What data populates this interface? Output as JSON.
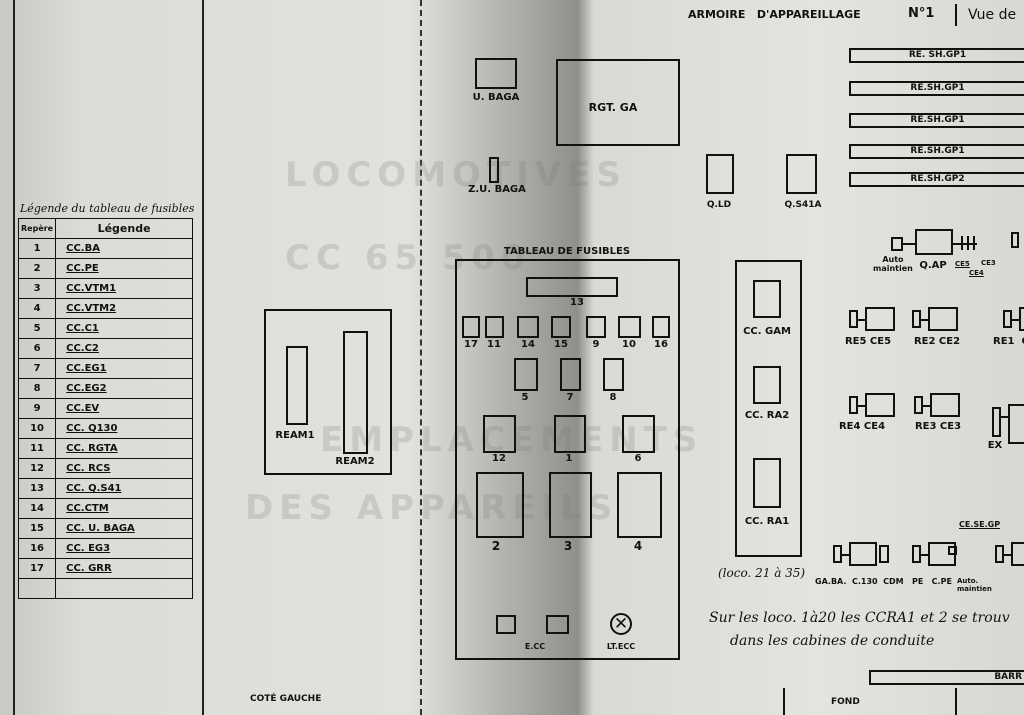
{
  "header": {
    "title": "ARMOIRE   D'APPAREILLAGE",
    "number": "N°1",
    "view": "Vue de"
  },
  "ghost": {
    "line1": "LOCOMOTIVES",
    "line2": "CC 65 500",
    "line3": "EMPLACEMENTS",
    "line4": "DES    APPAREILS"
  },
  "legend": {
    "title": "Légende du tableau de fusibles",
    "col_repere": "Repère",
    "col_legende": "Légende",
    "rows": [
      [
        "1",
        "CC.BA"
      ],
      [
        "2",
        "CC.PE"
      ],
      [
        "3",
        "CC.VTM1"
      ],
      [
        "4",
        "CC.VTM2"
      ],
      [
        "5",
        "CC.C1"
      ],
      [
        "6",
        "CC.C2"
      ],
      [
        "7",
        "CC.EG1"
      ],
      [
        "8",
        "CC.EG2"
      ],
      [
        "9",
        "CC.EV"
      ],
      [
        "10",
        "CC. Q130"
      ],
      [
        "11",
        "CC. RGTA"
      ],
      [
        "12",
        "CC. RCS"
      ],
      [
        "13",
        "CC. Q.S41"
      ],
      [
        "14",
        "CC.CTM"
      ],
      [
        "15",
        "CC. U. BAGA"
      ],
      [
        "16",
        "CC. EG3"
      ],
      [
        "17",
        "CC. GRR"
      ],
      [
        "",
        ""
      ]
    ]
  },
  "components": {
    "u_baga": "U. BAGA",
    "rgt_ga": "RGT. GA",
    "zu_baga": "Z.U. BAGA",
    "q_ld": "Q.LD",
    "q_s41a": "Q.S41A",
    "ream1": "REAM1",
    "ream2": "REAM2"
  },
  "fuse_board": {
    "title": "TABLEAU  DE  FUSIBLES",
    "fuses": [
      "13",
      "17",
      "11",
      "14",
      "15",
      "9",
      "10",
      "16",
      "5",
      "7",
      "8",
      "12",
      "1",
      "6",
      "2",
      "3",
      "4"
    ],
    "ecc": "E.CC",
    "lt_ecc": "LT.ECC"
  },
  "cc_column": {
    "gam": "CC. GAM",
    "ra2": "CC. RA2",
    "ra1": "CC. RA1",
    "note": "(loco. 21 à 35)"
  },
  "shunt_bars": [
    "RE. SH.GP1",
    "RE.SH.GP1",
    "RE.SH.GP1",
    "RE.SH.GP1",
    "RE.SH.GP2"
  ],
  "relays": {
    "auto_maintien": "Auto\nmaintien",
    "q_ap": "Q.AP",
    "ce5": "CE5",
    "ce4": "CE4",
    "ce3": "CE3",
    "row1": [
      "RE5  CE5",
      "RE2  CE2",
      "RE1  C"
    ],
    "row2": [
      "RE4   CE4",
      "RE3  CE3",
      "EX"
    ],
    "bottom": "GA.BA.  C.130  CDM   PE   C.PE",
    "bottom_auto": "Auto.\nmaintien",
    "ce_se_gp": "CE.SE.GP"
  },
  "notes": {
    "line1": "Sur les loco. 1à20 les CCRA1 et 2 se trouv",
    "line2": "dans les cabines de conduite"
  },
  "footer": {
    "left": "COTÉ GAUCHE",
    "center": "FOND",
    "barr": "BARR"
  }
}
